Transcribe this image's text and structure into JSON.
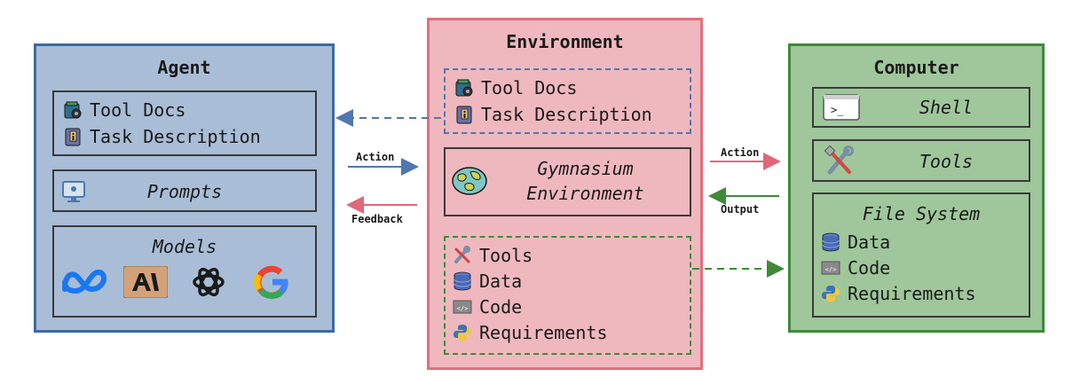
{
  "agent": {
    "title": "Agent",
    "tool_docs": "Tool Docs",
    "task_description": "Task Description",
    "prompts": "Prompts",
    "models": "Models",
    "model_logos": [
      "meta-logo",
      "anthropic-logo",
      "openai-logo",
      "google-logo"
    ],
    "color": "#a9bdd6",
    "border": "#3d6aa3"
  },
  "environment": {
    "title": "Environment",
    "tool_docs": "Tool Docs",
    "task_description": "Task Description",
    "gym_line1": "Gymnasium",
    "gym_line2": "Environment",
    "tools": "Tools",
    "data": "Data",
    "code": "Code",
    "requirements": "Requirements",
    "color": "#efb8be",
    "border": "#e07080"
  },
  "computer": {
    "title": "Computer",
    "shell": "Shell",
    "tools": "Tools",
    "file_system": "File System",
    "data": "Data",
    "code": "Code",
    "requirements": "Requirements",
    "color": "#9fc79b",
    "border": "#3f8a3a"
  },
  "arrows": {
    "agent_action": "Action",
    "agent_feedback": "Feedback",
    "computer_action": "Action",
    "computer_output": "Output"
  }
}
